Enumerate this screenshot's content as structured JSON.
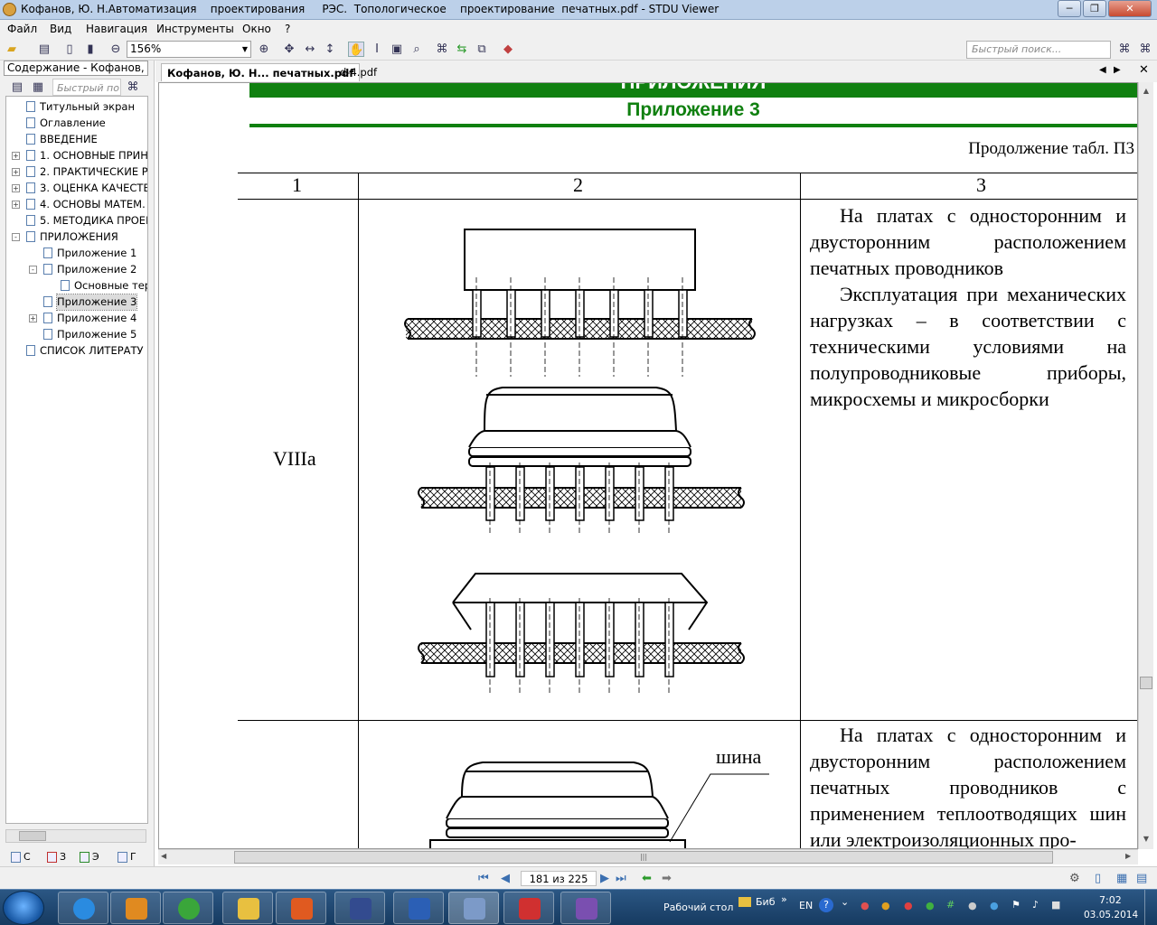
{
  "window": {
    "title": "Кофанов, Ю. Н.Автоматизация    проектирования     РЭС.  Топологическое    проектирование  печатных.pdf - STDU Viewer"
  },
  "menu": {
    "items": [
      "Файл",
      "Вид",
      "Навигация",
      "Инструменты",
      "Окно",
      "?"
    ]
  },
  "toolbar": {
    "zoom_value": "156%",
    "quick_search_placeholder": "Быстрый поиск..."
  },
  "left_panel": {
    "tab_label": "Содержание - Кофанов, Ю.",
    "search_placeholder": "Быстрый по",
    "tree": [
      {
        "label": "Титульный экран",
        "level": 0,
        "expander": ""
      },
      {
        "label": "Оглавление",
        "level": 0,
        "expander": ""
      },
      {
        "label": "ВВЕДЕНИЕ",
        "level": 0,
        "expander": ""
      },
      {
        "label": "1. ОСНОВНЫЕ  ПРИН",
        "level": 0,
        "expander": "+"
      },
      {
        "label": "2. ПРАКТИЧЕСКИЕ Р",
        "level": 0,
        "expander": "+"
      },
      {
        "label": "3. ОЦЕНКА КАЧЕСТВ",
        "level": 0,
        "expander": "+"
      },
      {
        "label": "4. ОСНОВЫ  МАТЕМ.",
        "level": 0,
        "expander": "+"
      },
      {
        "label": "5. МЕТОДИКА ПРОЕК",
        "level": 0,
        "expander": ""
      },
      {
        "label": "ПРИЛОЖЕНИЯ",
        "level": 0,
        "expander": "-"
      },
      {
        "label": "Приложение 1",
        "level": 1,
        "expander": ""
      },
      {
        "label": "Приложение 2",
        "level": 1,
        "expander": "-"
      },
      {
        "label": "Основные тер",
        "level": 2,
        "expander": ""
      },
      {
        "label": "Приложение 3",
        "level": 1,
        "expander": "",
        "selected": true
      },
      {
        "label": "Приложение 4",
        "level": 1,
        "expander": "+"
      },
      {
        "label": "Приложение 5",
        "level": 1,
        "expander": ""
      },
      {
        "label": "СПИСОК  ЛИТЕРАТУ",
        "level": 0,
        "expander": ""
      }
    ],
    "bottom_tabs": [
      "С",
      "З",
      "Э",
      "Г"
    ]
  },
  "doc_tabs": [
    {
      "label": "Кофанов, Ю. Н...  печатных.pdf",
      "active": true
    },
    {
      "label": "d-4.pdf",
      "active": false
    }
  ],
  "document": {
    "header_band": "ПРИЛОЖЕНИЯ",
    "appendix_title": "Приложение 3",
    "continuation": "Продолжение табл. П3",
    "columns": [
      "1",
      "2",
      "3"
    ],
    "row1": {
      "label": "VIIIа",
      "para1": "На платах с односторонним и двусторонним расположением печатных проводников",
      "para2": "Эксплуатация при механических нагрузках – в соответствии с техническими условиями на полупроводниковые приборы, микросхемы и микросборки"
    },
    "row2": {
      "callout": "шина",
      "para1": "На платах с односторонним и двусторонним расположением печатных проводников с применением теплоотводящих шин или электроизоляционных про-"
    }
  },
  "navigation": {
    "page_indicator": "181 из 225"
  },
  "taskbar": {
    "desktop_label": "Рабочий стол",
    "folder_label": "Биб",
    "language": "EN",
    "time": "7:02",
    "date": "03.05.2014"
  },
  "colors": {
    "green": "#108010",
    "titlebar": "#bcd0e9",
    "taskbar": "#1e4a75"
  }
}
